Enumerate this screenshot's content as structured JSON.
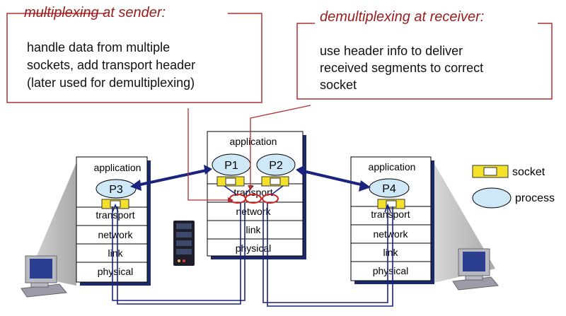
{
  "callouts": {
    "sender": {
      "title": "multiplexing at sender:",
      "lines": [
        "handle data from multiple",
        "sockets, add transport header",
        "(later used for demultiplexing)"
      ]
    },
    "receiver": {
      "title": "demultiplexing at receiver:",
      "lines": [
        "use header info to deliver",
        "received segments to correct",
        "socket"
      ]
    }
  },
  "hosts": {
    "left": {
      "layers": [
        "application",
        "transport",
        "network",
        "link",
        "physical"
      ],
      "processes": [
        "P3"
      ]
    },
    "middle": {
      "layers": [
        "application",
        "transport",
        "network",
        "link",
        "physical"
      ],
      "processes": [
        "P1",
        "P2"
      ]
    },
    "right": {
      "layers": [
        "application",
        "transport",
        "network",
        "link",
        "physical"
      ],
      "processes": [
        "P4"
      ]
    }
  },
  "legend": {
    "socket_label": "socket",
    "process_label": "process"
  },
  "colors": {
    "callout_border": "#b03030",
    "heading": "#9b1c1c",
    "host_shadow": "#1c2a6b",
    "arrow": "#1a237e",
    "process_fill": "#cfe8f8",
    "socket_fill": "#f5e02a",
    "highlight": "#cc2222"
  }
}
